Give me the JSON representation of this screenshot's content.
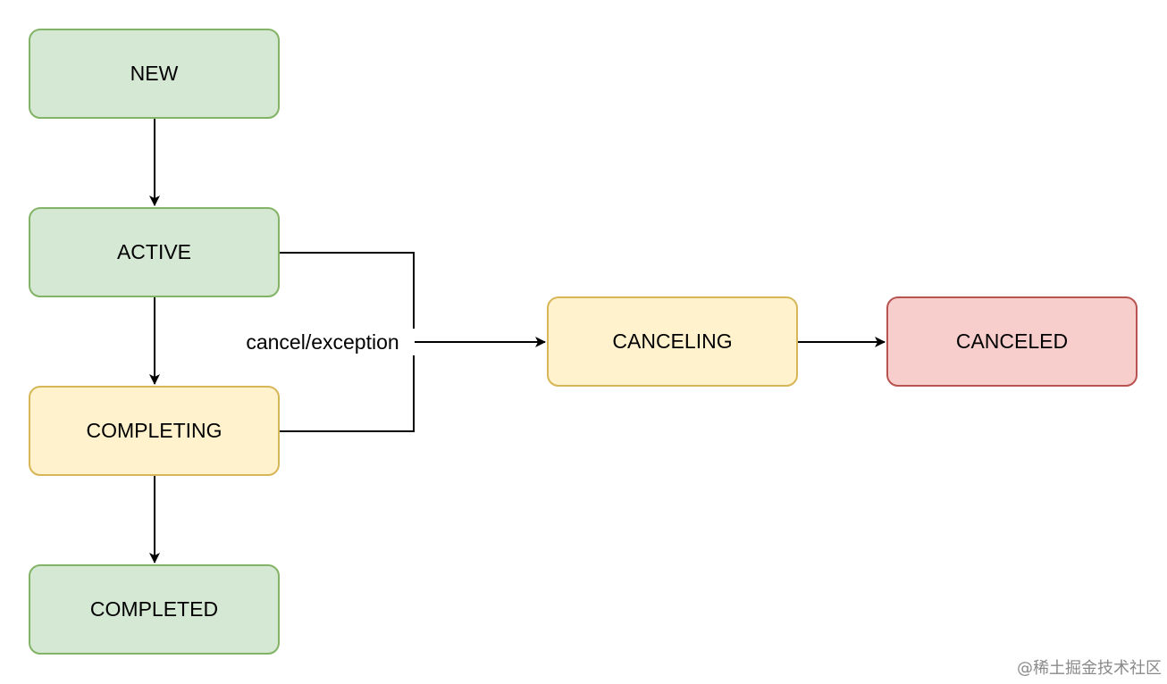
{
  "nodes": {
    "new": "NEW",
    "active": "ACTIVE",
    "completing": "COMPLETING",
    "completed": "COMPLETED",
    "canceling": "CANCELING",
    "canceled": "CANCELED"
  },
  "edges": {
    "cancel_label": "cancel/exception"
  },
  "colors": {
    "green_fill": "#d5e8d4",
    "green_stroke": "#82b366",
    "yellow_fill": "#fff2cc",
    "yellow_stroke": "#d6b656",
    "red_fill": "#f8cecc",
    "red_stroke": "#b85450",
    "edge": "#000000"
  },
  "watermark": "@稀土掘金技术社区"
}
